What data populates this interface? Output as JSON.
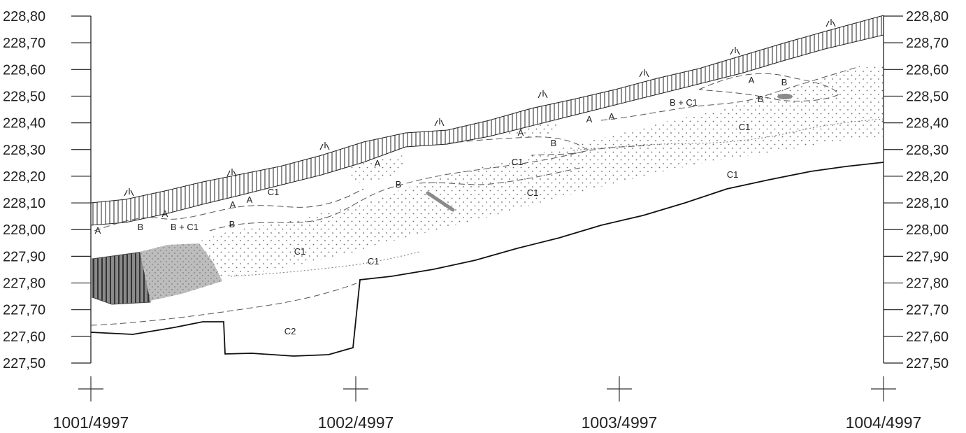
{
  "elevation_labels": [
    "228,80",
    "228,70",
    "228,60",
    "228,50",
    "228,40",
    "228,30",
    "228,20",
    "228,10",
    "228,00",
    "227,90",
    "227,80",
    "227,70",
    "227,60",
    "227,50"
  ],
  "station_labels": [
    "1001/4997",
    "1002/4997",
    "1003/4997",
    "1004/4997"
  ],
  "layers": {
    "A": "A",
    "B": "B",
    "C1": "C1",
    "C2": "C2",
    "B_C1": "B + C1"
  },
  "colors": {
    "ink": "#222222",
    "stipple": "#7a7a7a",
    "dark_hatch": "#5a5a5a",
    "grey_fill": "#b8b8b8"
  }
}
